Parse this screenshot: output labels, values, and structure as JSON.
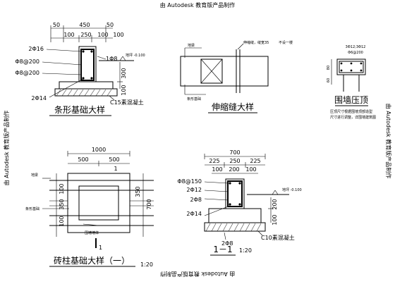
{
  "watermark": {
    "top": "由 Autodesk 教育版产品制作",
    "bottom": "由 Autodesk 教育版产品制作",
    "left": "由 Autodesk 教育版产品制作",
    "right": "由 Autodesk 教育版产品制作"
  },
  "strip_footing": {
    "dims_top": [
      "50",
      "450",
      "50"
    ],
    "dims_second": [
      "100",
      "250",
      "100",
      "100"
    ],
    "bar_1": "2Φ16",
    "bar_2": "Φ8@200",
    "bar_3": "Φ8@200",
    "bar_4": "2Φ14",
    "bar_5": "1Φ8",
    "elev": "地坪 -0.100",
    "dims_right": [
      "300",
      "100"
    ],
    "concrete": "C15素混凝土",
    "title": "条形基础大样"
  },
  "expansion_joint": {
    "label_1": "伸缩缝，缝宽35",
    "label_2": "不设一楼",
    "label_3": "地梁",
    "label_4": "条形基础",
    "title": "伸缩缝大样"
  },
  "wall_cap": {
    "bars_1": "3Φ12;3Φ12",
    "bars_2": "Φ6@200",
    "dim_1": "80",
    "dim_2": "60",
    "title": "围墙压顶",
    "note_1": "压顶尺寸根据围墙顶部造型",
    "note_2": "尺寸进行调整，详围墙建筑图"
  },
  "column_footing": {
    "dim_top": "1000",
    "dims_top2": [
      "500",
      "500"
    ],
    "dims_left": [
      "100",
      "350",
      "100"
    ],
    "dims_right": [
      "350",
      "700"
    ],
    "label_1": "地梁",
    "label_2": "条形基础",
    "label_3": "围墙墙体",
    "sect": "1",
    "title": "砖柱基础大样（一）",
    "scale": "1:20"
  },
  "section_1": {
    "dim_top": "700",
    "dims_top2": [
      "225",
      "250",
      "225"
    ],
    "dims_top3": [
      "100",
      "200",
      "100"
    ],
    "bar_1": "Φ8@150",
    "bar_2": "2Φ12",
    "bar_3": "2Φ8",
    "bar_4": "2Φ14",
    "bar_5": "2Φ8",
    "elev": "地坪 -0.100",
    "dims_right": [
      "200",
      "100"
    ],
    "concrete": "C10素混凝土",
    "title": "1－1",
    "scale": "1:20"
  }
}
